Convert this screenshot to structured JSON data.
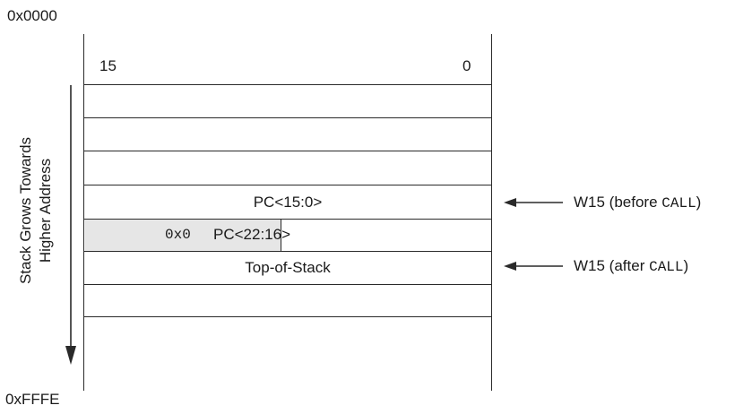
{
  "address_top": "0x0000",
  "address_bottom": "0xFFFE",
  "bit_high": "15",
  "bit_low": "0",
  "side_label": {
    "line1": "Stack Grows Towards",
    "line2": "Higher Address"
  },
  "rows": [
    {
      "text": ""
    },
    {
      "text": ""
    },
    {
      "text": ""
    },
    {
      "text": "PC<15:0>"
    },
    {
      "prefix": "0x0",
      "text": "PC<22:16>"
    },
    {
      "text": "Top-of-Stack"
    },
    {
      "text": ""
    }
  ],
  "pointer_before": {
    "reg": "W15 (before ",
    "instr": "CALL",
    "close": ")"
  },
  "pointer_after": {
    "reg": "W15 (after ",
    "instr": "CALL",
    "close": ")"
  },
  "colors": {
    "line": "#2a2a2a",
    "shaded": "#e6e6e6",
    "text": "#1a1a1a"
  }
}
